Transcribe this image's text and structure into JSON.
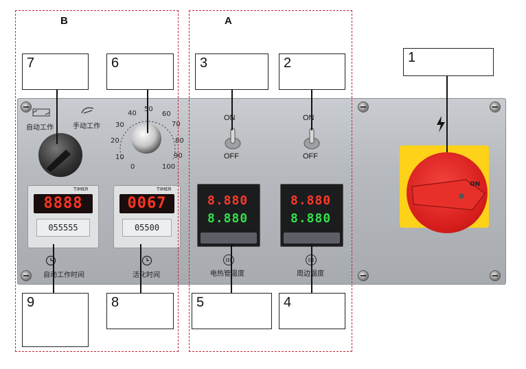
{
  "groups": [
    {
      "id": "B",
      "label": "B"
    },
    {
      "id": "A",
      "label": "A"
    }
  ],
  "callouts": [
    "1",
    "2",
    "3",
    "4",
    "5",
    "6",
    "7",
    "8",
    "9"
  ],
  "panel_text": {
    "auto_mode": "自动工作",
    "manual_mode": "手动工作",
    "dial_scale": [
      "0",
      "10",
      "20",
      "30",
      "40",
      "50",
      "60",
      "70",
      "80",
      "90",
      "100"
    ],
    "on": "ON",
    "off": "OFF",
    "auto_time": "自动工作时间",
    "activation_time": "活化时间",
    "heater_temp": "电热管温度",
    "ambient_temp": "周边温度",
    "timer_brand": "TIMER",
    "timer_1_display": "8888",
    "timer_2_display": "0067",
    "timer_1_keys": "055555",
    "timer_2_keys": "05500",
    "tc_1_top": "8.880",
    "tc_1_bottom": "8.880",
    "tc_2_top": "8.880",
    "tc_2_bottom": "8.880",
    "breaker_mark": "ON"
  },
  "colors": {
    "group_border": "#c0243a",
    "breaker_yellow": "#ffd21a",
    "breaker_red": "#d61e1c",
    "timer_digits": "#ff3524",
    "pv_digits": "#ff3a2a",
    "sv_digits": "#34e048"
  }
}
